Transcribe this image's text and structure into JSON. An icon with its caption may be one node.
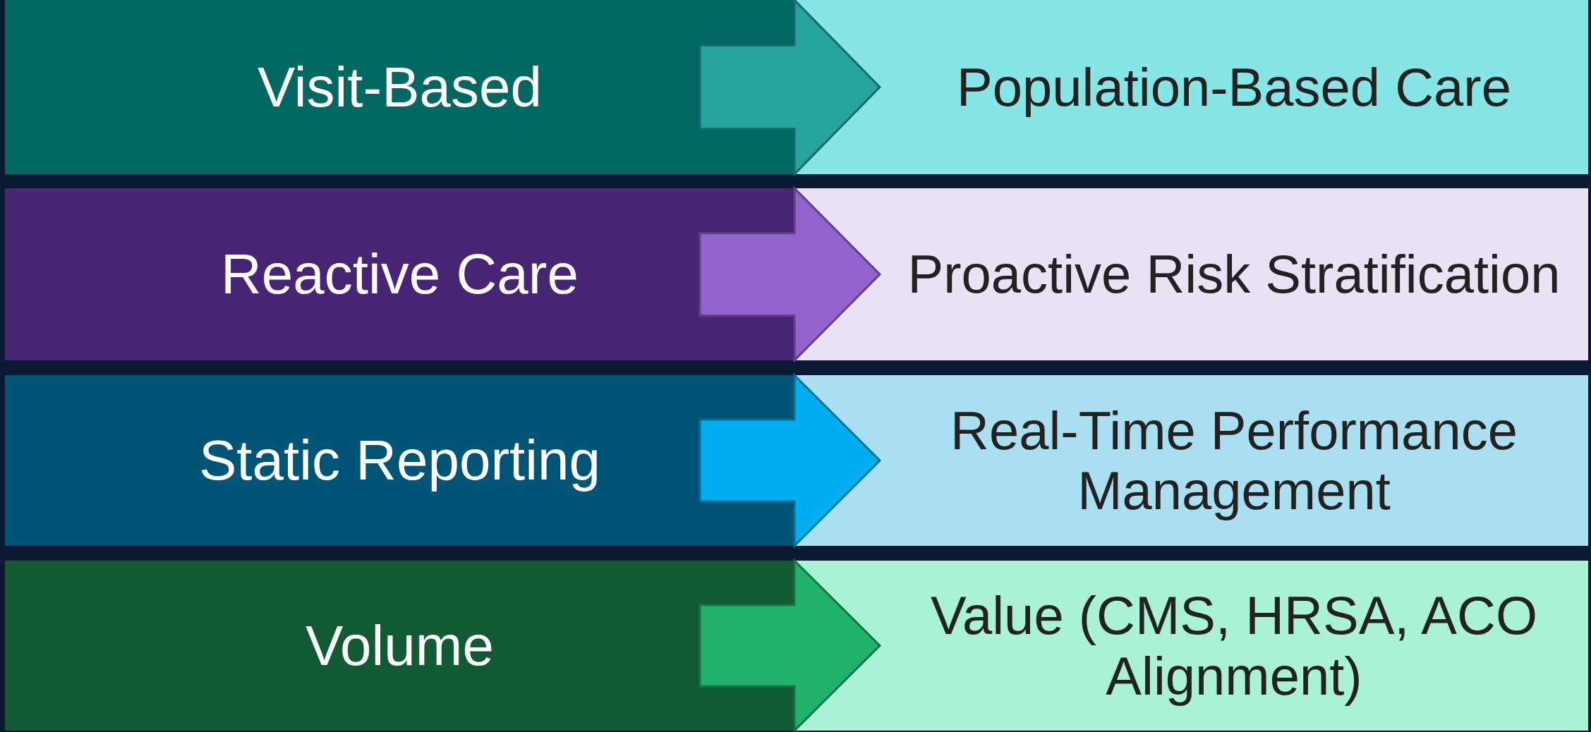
{
  "diagram": {
    "nodes": [
      {
        "text": [
          "Visit-Based"
        ]
      },
      {
        "text": [
          "Population-Based Care"
        ]
      },
      {
        "text": [
          "Reactive Care"
        ]
      },
      {
        "text": [
          "Proactive Risk Stratification"
        ]
      },
      {
        "text": [
          "Static Reporting"
        ]
      },
      {
        "text": [
          "Real-Time Performance Management"
        ]
      },
      {
        "text": [
          "Volume"
        ]
      },
      {
        "text": [
          "Value (CMS, HRSA, ACO Alignment)"
        ]
      }
    ],
    "edges": [
      {
        "from": 0,
        "to": 1,
        "arrow": "to",
        "color": "#26a39f"
      },
      {
        "from": 2,
        "to": 3,
        "arrow": "to",
        "color": "#9263cf"
      },
      {
        "from": 4,
        "to": 5,
        "arrow": "to",
        "color": "#00aeef"
      },
      {
        "from": 6,
        "to": 7,
        "arrow": "to",
        "color": "#20b26a"
      }
    ]
  }
}
